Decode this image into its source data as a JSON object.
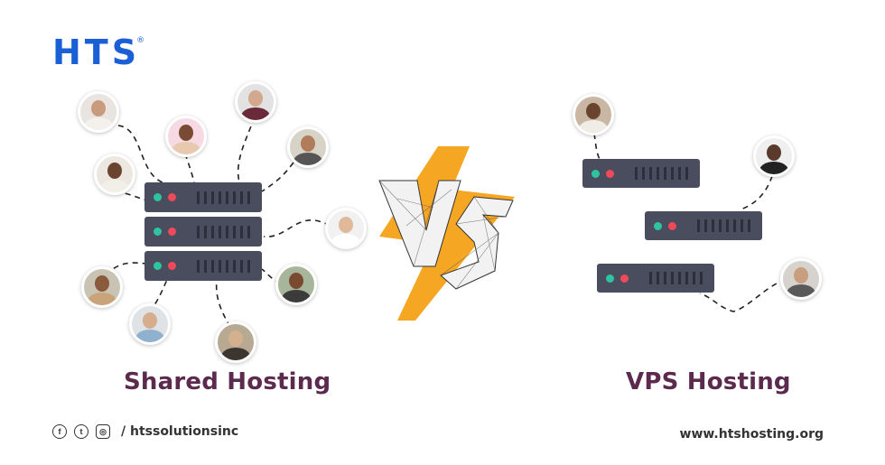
{
  "brand": {
    "logo_text": "HTS",
    "registered": "®"
  },
  "left_caption": "Shared Hosting",
  "right_caption": "VPS Hosting",
  "vs_text": "VS",
  "footer": {
    "social_icons": [
      "facebook-icon",
      "twitter-icon",
      "instagram-icon"
    ],
    "handle": "/ htssolutionsinc",
    "website": "www.htshosting.org"
  },
  "colors": {
    "brand_blue": "#1a5fd6",
    "caption_purple": "#5b2a4d",
    "server_body": "#4a4d5e",
    "led_green": "#2ec4a0",
    "led_red": "#f04a5a",
    "bolt_orange": "#f5a623"
  }
}
